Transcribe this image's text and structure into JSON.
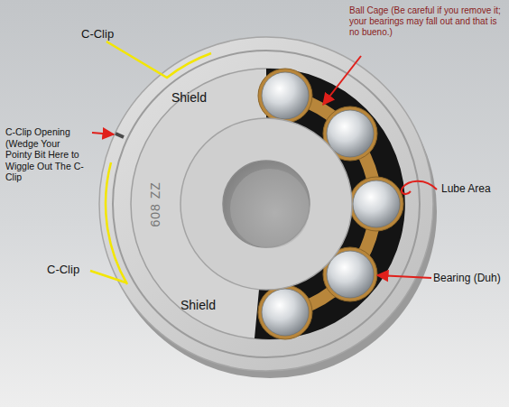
{
  "diagram": {
    "labels": [
      "C-Clip",
      "Shield",
      "608 ZZ",
      "C-Clip Opening (Wedge Your Pointy Bit Here to Wiggle Out The C-Clip",
      "Ball Cage (Be careful if you remove it; your bearings may fall out and that is no bueno.)",
      "Lube Area",
      "C-Clip",
      "Bearing (Duh)",
      "Shield"
    ]
  }
}
